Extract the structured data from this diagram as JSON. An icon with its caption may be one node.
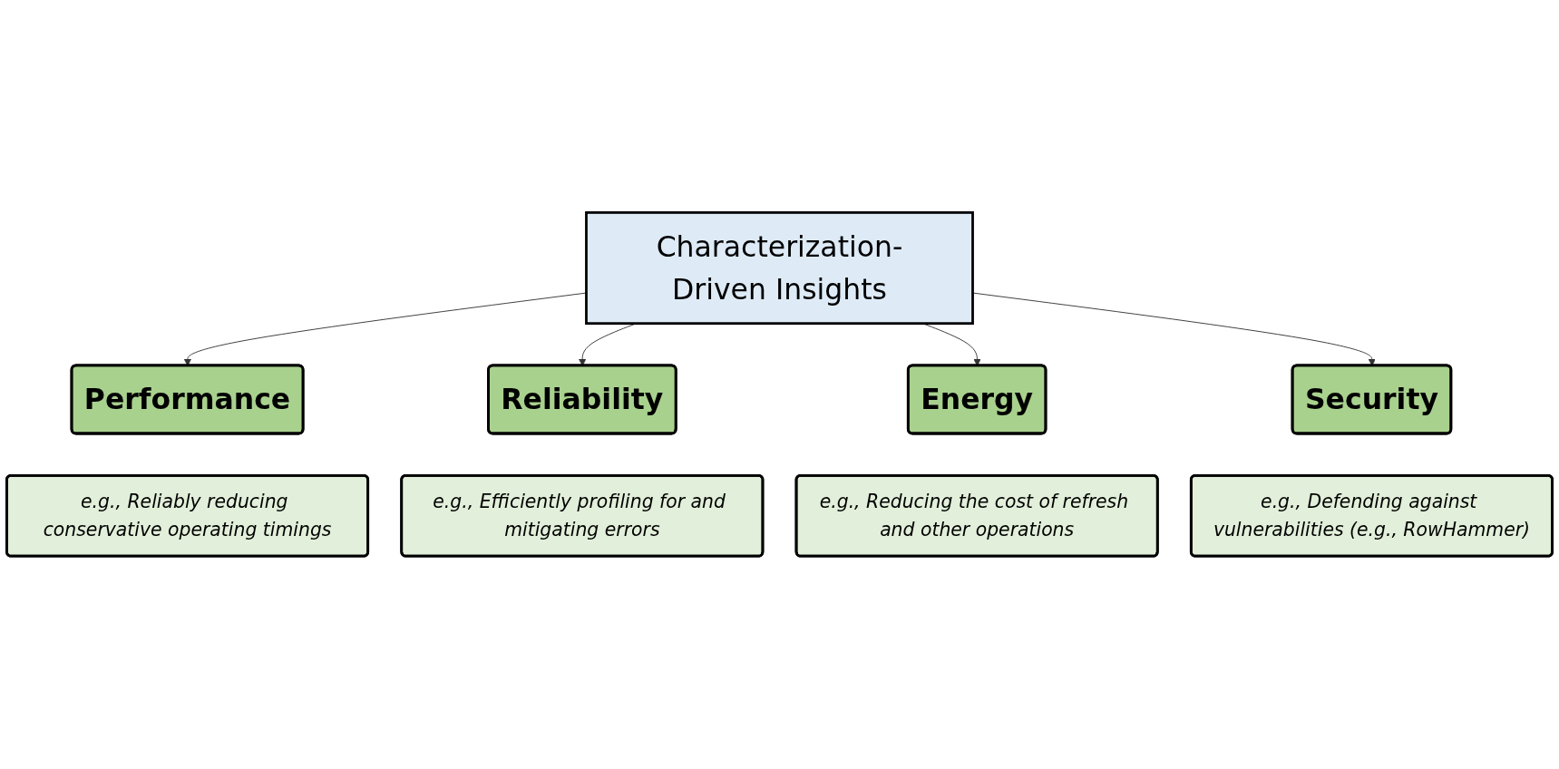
{
  "diagram": {
    "nodes": [
      {
        "text": [
          "e.g., Reliably reducing conservative operating timings"
        ]
      },
      {
        "text": [
          "Performance"
        ]
      },
      {
        "text": [
          "e.g., Efficiently profiling for and mitigating errors"
        ]
      },
      {
        "text": [
          "Reliability"
        ]
      },
      {
        "text": [
          "Characterization-Driven Insights"
        ]
      },
      {
        "text": [
          "Energy"
        ]
      },
      {
        "text": [
          "e.g., Reducing the cost of refresh and other operations"
        ]
      },
      {
        "text": [
          "Security"
        ]
      },
      {
        "text": [
          "e.g., Defending against vulnerabilities (e.g., RowHammer)"
        ]
      }
    ],
    "edges": [
      {
        "from": 4,
        "to": 1,
        "arrow": "to"
      },
      {
        "from": 4,
        "to": 3,
        "arrow": "to"
      },
      {
        "from": 4,
        "to": 5,
        "arrow": "to"
      },
      {
        "from": 4,
        "to": 7,
        "arrow": "to"
      }
    ]
  }
}
